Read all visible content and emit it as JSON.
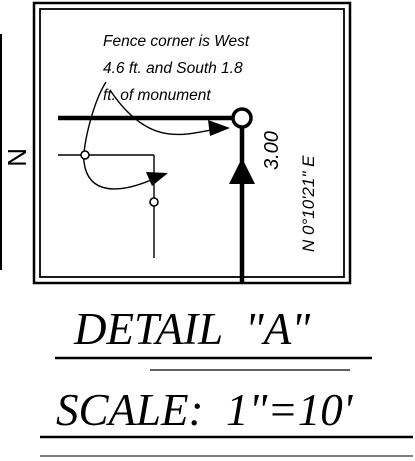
{
  "detail": {
    "note_line1": "Fence corner is West",
    "note_line2": "4.6 ft. and South 1.8",
    "note_line3": "ft. of monument",
    "distance": "3.00",
    "bearing": "N 0°10'21\" E"
  },
  "labels": {
    "detail_title": "DETAIL  \"A\"",
    "scale": "SCALE:  1\"=10'",
    "left_fragment": "N"
  },
  "colors": {
    "ink": "#000000",
    "paper": "#ffffff"
  }
}
